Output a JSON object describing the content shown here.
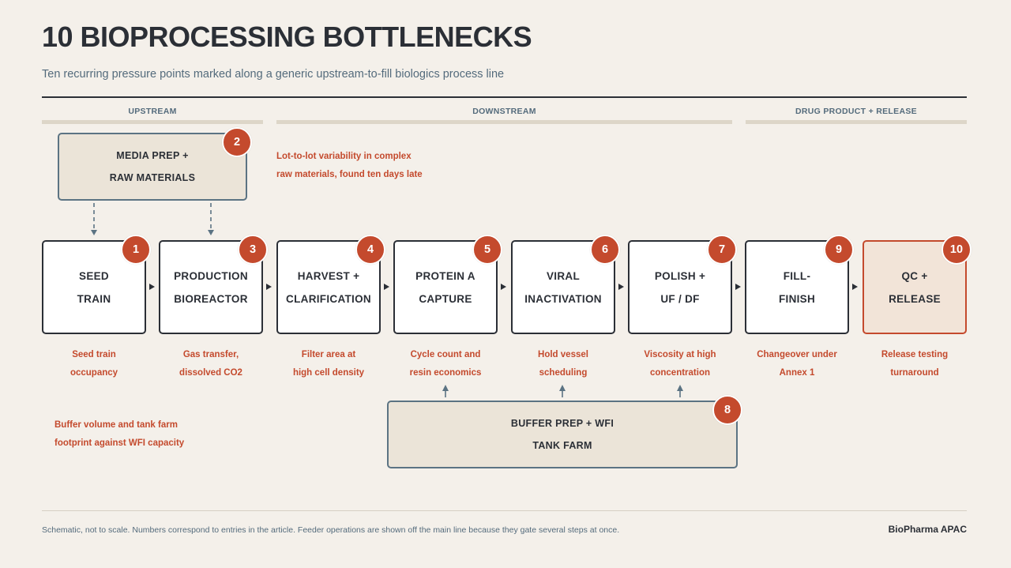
{
  "title": "10 BIOPROCESSING BOTTLENECKS",
  "subtitle": "Ten recurring pressure points marked along a generic upstream-to-fill biologics process line",
  "stages": [
    "UPSTREAM",
    "DOWNSTREAM",
    "DRUG PRODUCT + RELEASE"
  ],
  "steps": [
    {
      "num": "1",
      "line1": "SEED",
      "line2": "TRAIN",
      "note1": "Seed train",
      "note2": "occupancy"
    },
    {
      "num": "3",
      "line1": "PRODUCTION",
      "line2": "BIOREACTOR",
      "note1": "Gas transfer,",
      "note2": "dissolved CO2"
    },
    {
      "num": "4",
      "line1": "HARVEST +",
      "line2": "CLARIFICATION",
      "note1": "Filter area at",
      "note2": "high cell density"
    },
    {
      "num": "5",
      "line1": "PROTEIN A",
      "line2": "CAPTURE",
      "note1": "Cycle count and",
      "note2": "resin economics"
    },
    {
      "num": "6",
      "line1": "VIRAL",
      "line2": "INACTIVATION",
      "note1": "Hold vessel",
      "note2": "scheduling"
    },
    {
      "num": "7",
      "line1": "POLISH +",
      "line2": "UF / DF",
      "note1": "Viscosity at high",
      "note2": "concentration"
    },
    {
      "num": "9",
      "line1": "FILL-",
      "line2": "FINISH",
      "note1": "Changeover under",
      "note2": "Annex 1"
    },
    {
      "num": "10",
      "line1": "QC +",
      "line2": "RELEASE",
      "note1": "Release testing",
      "note2": "turnaround"
    }
  ],
  "media_prep": {
    "num": "2",
    "line1": "MEDIA PREP +",
    "line2": "RAW MATERIALS",
    "note1": "Lot-to-lot variability in complex",
    "note2": "raw materials, found ten days late"
  },
  "buffer_prep": {
    "num": "8",
    "line1": "BUFFER PREP + WFI",
    "line2": "TANK FARM",
    "note1": "Buffer volume and tank farm",
    "note2": "footprint against WFI capacity"
  },
  "footnote": "Schematic, not to scale. Numbers correspond to entries in the article. Feeder operations are shown off the main line because they gate several steps at once.",
  "brand": "BioPharma APAC",
  "colors": {
    "accent": "#c44a2d",
    "ink": "#2b2f36",
    "muted": "#546b7c",
    "background": "#f4f0ea",
    "feeder_fill": "#ebe4d8"
  }
}
